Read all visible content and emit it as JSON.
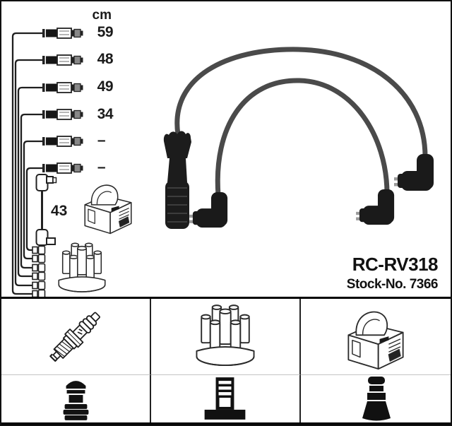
{
  "product": {
    "model": "RC-RV318",
    "stock_label": "Stock-No. 7366"
  },
  "measurements": {
    "unit": "cm",
    "cables": [
      {
        "value": "59"
      },
      {
        "value": "48"
      },
      {
        "value": "49"
      },
      {
        "value": "34"
      },
      {
        "value": "–"
      },
      {
        "value": "–"
      }
    ],
    "coil_cable_value": "43"
  },
  "icons": {
    "diagram": [
      "ignition-cable-set-drawing",
      "coil-cable-drawing",
      "ignition-coil-drawing",
      "distributor-cap-drawing",
      "looped-ignition-cables"
    ],
    "legend_top_row": [
      "spark-plug-icon",
      "distributor-cap-icon",
      "ignition-coil-icon"
    ],
    "legend_bottom_row": [
      "plug-terminal-nut-icon",
      "distributor-terminal-icon",
      "plug-boot-icon"
    ]
  },
  "colors": {
    "background": "#ffffff",
    "ink": "#1e1e1e",
    "cable_gray": "#4a4a4a",
    "boot_black": "#1a1a1a",
    "row_divider": "#c4c4c4",
    "grid_border": "#000000"
  }
}
